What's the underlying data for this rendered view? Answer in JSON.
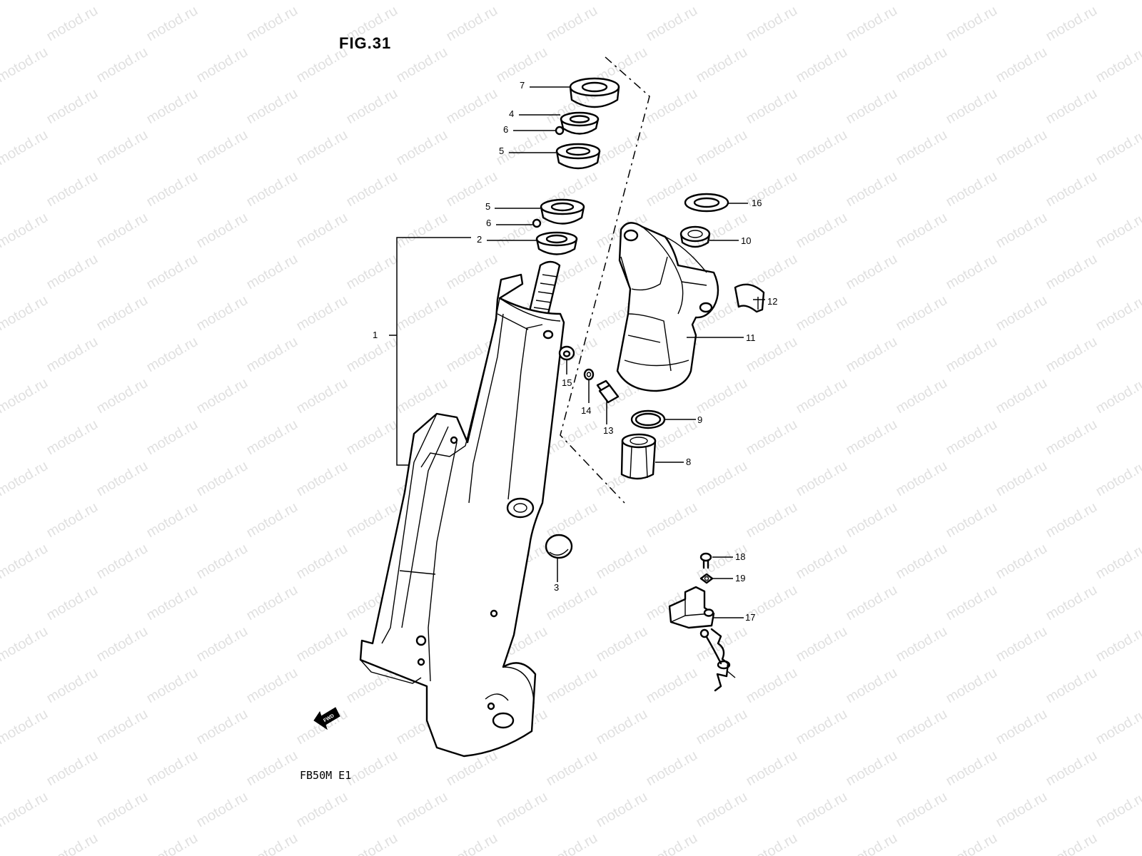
{
  "figure": {
    "title": "FIG.31",
    "model_code": "FB50M E1",
    "direction_label": "FWD",
    "watermark": "motod.ru"
  },
  "callouts": [
    "7",
    "4",
    "6",
    "5",
    "5",
    "6",
    "2",
    "1",
    "15",
    "14",
    "13",
    "16",
    "10",
    "12",
    "11",
    "9",
    "8",
    "3",
    "18",
    "19",
    "17"
  ],
  "colors": {
    "ink": "#000000",
    "background": "#ffffff",
    "watermark": "#c8c8c8"
  }
}
